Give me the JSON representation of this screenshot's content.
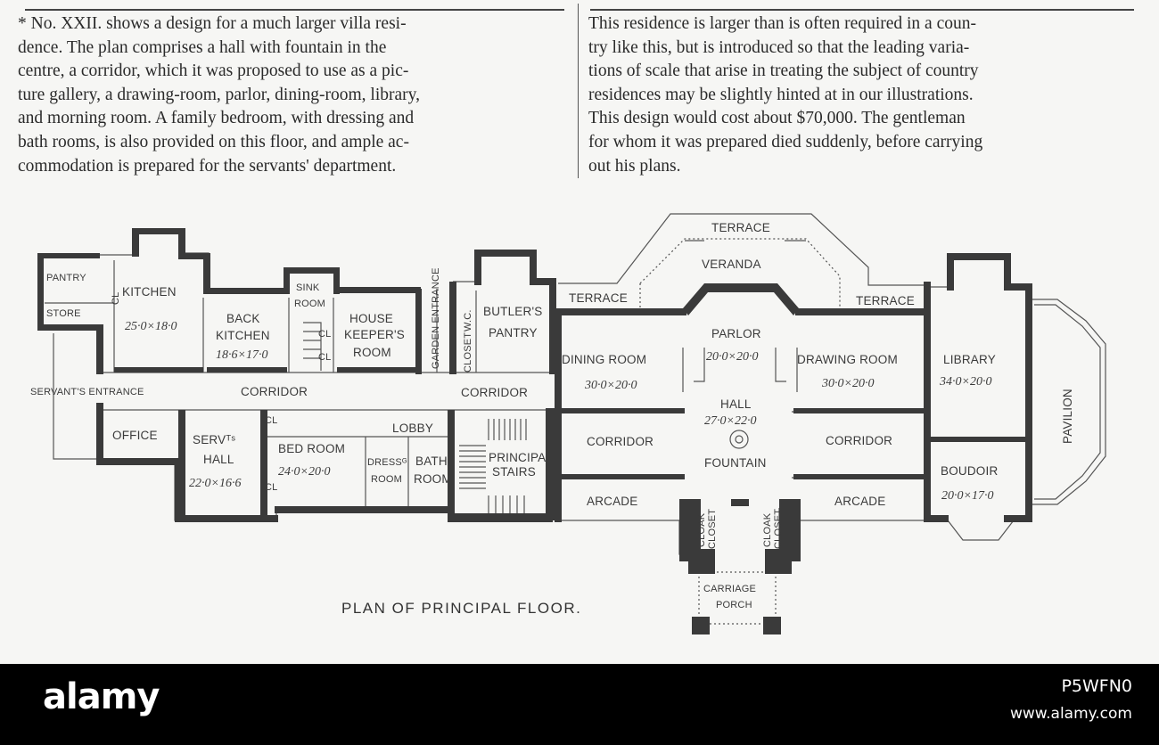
{
  "text": {
    "left_lines": [
      "* No. XXII. shows a design for a much larger villa resi-",
      "dence. The plan comprises a hall with fountain in the",
      "centre, a corridor, which it was proposed to use as a pic-",
      "ture gallery, a drawing-room, parlor, dining-room, library,",
      "and morning room. A family bedroom, with dressing and",
      "bath rooms, is also provided on this floor, and ample ac-",
      "commodation is prepared for the servants' department."
    ],
    "right_lines": [
      "This residence is larger than is often required in a coun-",
      "try like this, but is introduced so that the leading varia-",
      "tions of scale that arise in treating the subject of country",
      "residences may be slightly hinted at in our illustrations.",
      "This design would cost about $70,000. The gentleman",
      "for whom it was prepared died suddenly, before carrying",
      "out his plans."
    ]
  },
  "plan": {
    "caption": "PLAN OF PRINCIPAL FLOOR.",
    "rooms": {
      "pantry": "PANTRY",
      "store": "STORE",
      "cl": "CL",
      "kitchen": "KITCHEN",
      "kitchen_dim": "25·0×18·0",
      "sink_room_1": "SINK",
      "sink_room_2": "ROOM",
      "back_kitchen_1": "BACK",
      "back_kitchen_2": "KITCHEN",
      "back_kitchen_dim": "18·6×17·0",
      "house_keeper_1": "HOUSE",
      "house_keeper_2": "KEEPER'S",
      "house_keeper_3": "ROOM",
      "garden_entrance": "GARDEN ENTRANCE",
      "wc": "W.C.",
      "closet": "CLOSET",
      "butlers_pantry_1": "BUTLER'S",
      "butlers_pantry_2": "PANTRY",
      "terrace_top": "TERRACE",
      "veranda": "VERANDA",
      "terrace_left": "TERRACE",
      "terrace_right": "TERRACE",
      "parlor": "PARLOR",
      "parlor_dim": "20·0×20·0",
      "dining_room": "DINING ROOM",
      "dining_dim": "30·0×20·0",
      "drawing_room": "DRAWING ROOM",
      "drawing_dim": "30·0×20·0",
      "library": "LIBRARY",
      "library_dim": "34·0×20·0",
      "pavilion": "PAVILION",
      "servants_entrance": "SERVANT'S ENTRANCE",
      "corridor_1": "CORRIDOR",
      "corridor_2": "CORRIDOR",
      "hall": "HALL",
      "hall_dim": "27·0×22·0",
      "office": "OFFICE",
      "servts_hall_1": "SERVᵀˢ",
      "servts_hall_2": "HALL",
      "servts_hall_dim": "22·0×16·6",
      "lobby": "LOBBY",
      "bed_room": "BED ROOM",
      "bed_dim": "24·0×20·0",
      "dress_room_1": "DRESSᴳ",
      "dress_room_2": "ROOM",
      "bath_room_1": "BATH",
      "bath_room_2": "ROOM",
      "principal_stairs_1": "PRINCIPAL",
      "principal_stairs_2": "STAIRS",
      "corridor_3": "CORRIDOR",
      "corridor_4": "CORRIDOR",
      "fountain": "FOUNTAIN",
      "boudoir": "BOUDOIR",
      "boudoir_dim": "20·0×17·0",
      "arcade_1": "ARCADE",
      "arcade_2": "ARCADE",
      "cloak_closet_a1": "CLOAK",
      "cloak_closet_a2": "CLOSET",
      "cloak_closet_b1": "CLOAK",
      "cloak_closet_b2": "CLOSET",
      "carriage_porch_1": "CARRIAGE",
      "carriage_porch_2": "PORCH"
    }
  },
  "watermark": {
    "brand": "alamy",
    "image_id": "P5WFN0",
    "site": "www.alamy.com"
  }
}
